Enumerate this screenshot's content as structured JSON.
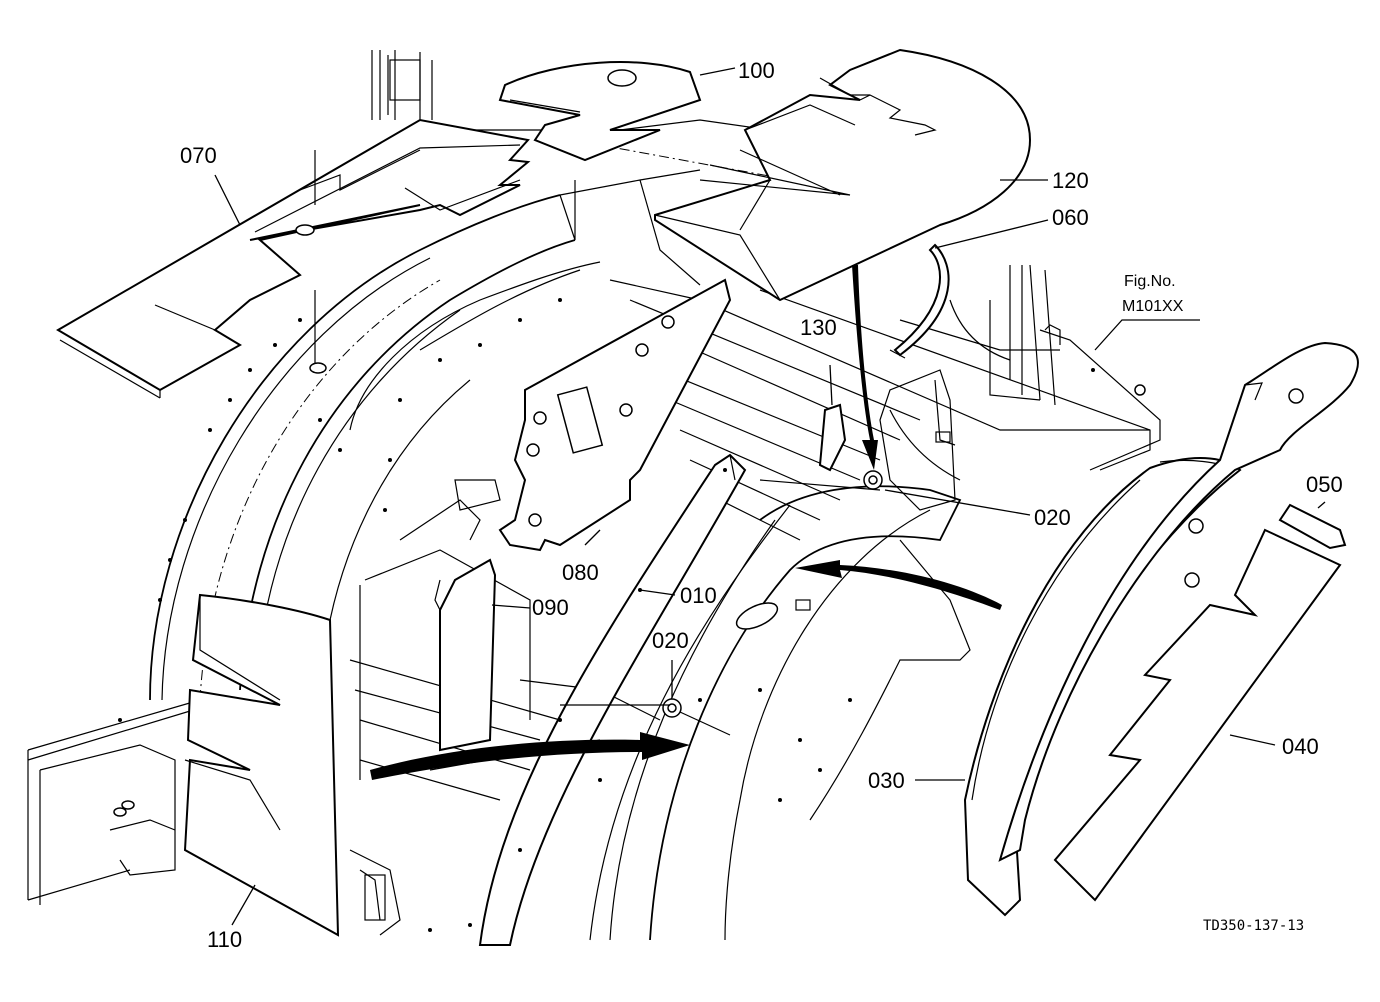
{
  "figure": {
    "fig_label": "Fig.No.",
    "fig_number": "M101XX",
    "drawing_code": "TD350-137-13"
  },
  "callouts": [
    {
      "id": "010",
      "text": "010"
    },
    {
      "id": "020a",
      "text": "020"
    },
    {
      "id": "020b",
      "text": "020"
    },
    {
      "id": "030",
      "text": "030"
    },
    {
      "id": "040",
      "text": "040"
    },
    {
      "id": "050",
      "text": "050"
    },
    {
      "id": "060",
      "text": "060"
    },
    {
      "id": "070",
      "text": "070"
    },
    {
      "id": "080",
      "text": "080"
    },
    {
      "id": "090",
      "text": "090"
    },
    {
      "id": "100",
      "text": "100"
    },
    {
      "id": "110",
      "text": "110"
    },
    {
      "id": "120",
      "text": "120"
    },
    {
      "id": "130",
      "text": "130"
    }
  ]
}
